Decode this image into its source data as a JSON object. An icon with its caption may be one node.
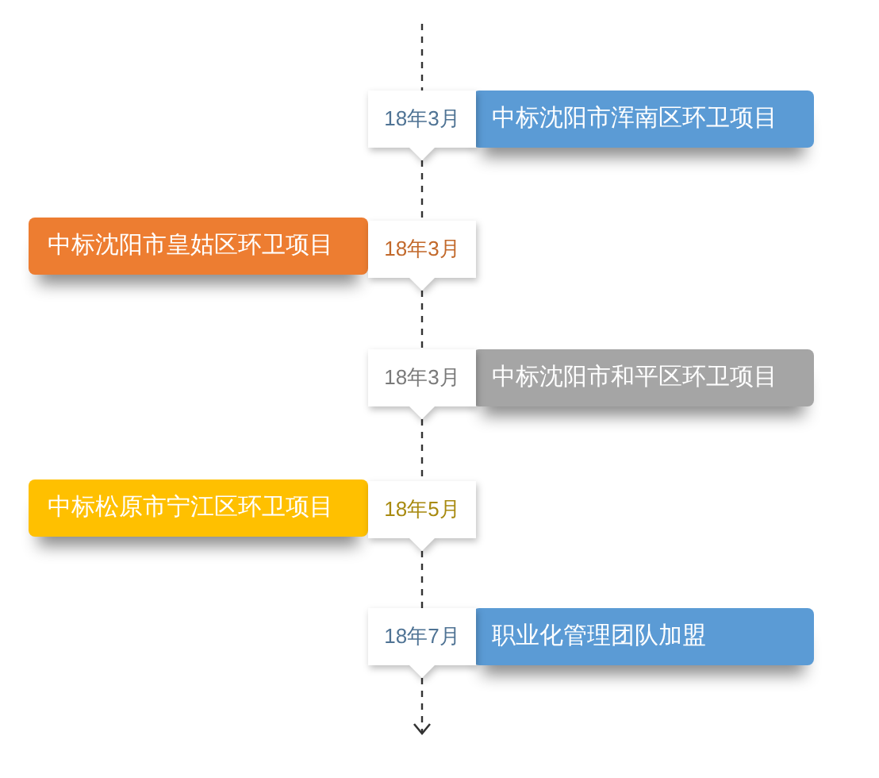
{
  "diagram": {
    "nodes": [
      {
        "text": [
          "18年3月"
        ]
      },
      {
        "text": [
          "中标沈阳市浑南区环卫项目"
        ]
      },
      {
        "text": [
          "中标沈阳市皇姑区环卫项目"
        ]
      },
      {
        "text": [
          "18年3月"
        ]
      },
      {
        "text": [
          "18年3月"
        ]
      },
      {
        "text": [
          "中标沈阳市和平区环卫项目"
        ]
      },
      {
        "text": [
          "中标松原市宁江区环卫项目"
        ]
      },
      {
        "text": [
          "18年5月"
        ]
      },
      {
        "text": [
          "18年7月"
        ]
      },
      {
        "text": [
          "职业化管理团队加盟"
        ]
      }
    ],
    "edges": [
      {
        "from": null,
        "to": 0,
        "arrow": "none",
        "style": "dashed"
      },
      {
        "from": 0,
        "to": 3,
        "arrow": "none",
        "style": "dashed"
      },
      {
        "from": 3,
        "to": 4,
        "arrow": "none",
        "style": "dashed"
      },
      {
        "from": 4,
        "to": 7,
        "arrow": "none",
        "style": "dashed"
      },
      {
        "from": 7,
        "to": 8,
        "arrow": "none",
        "style": "dashed"
      },
      {
        "from": 8,
        "to": null,
        "arrow": "to",
        "style": "dashed"
      }
    ]
  }
}
